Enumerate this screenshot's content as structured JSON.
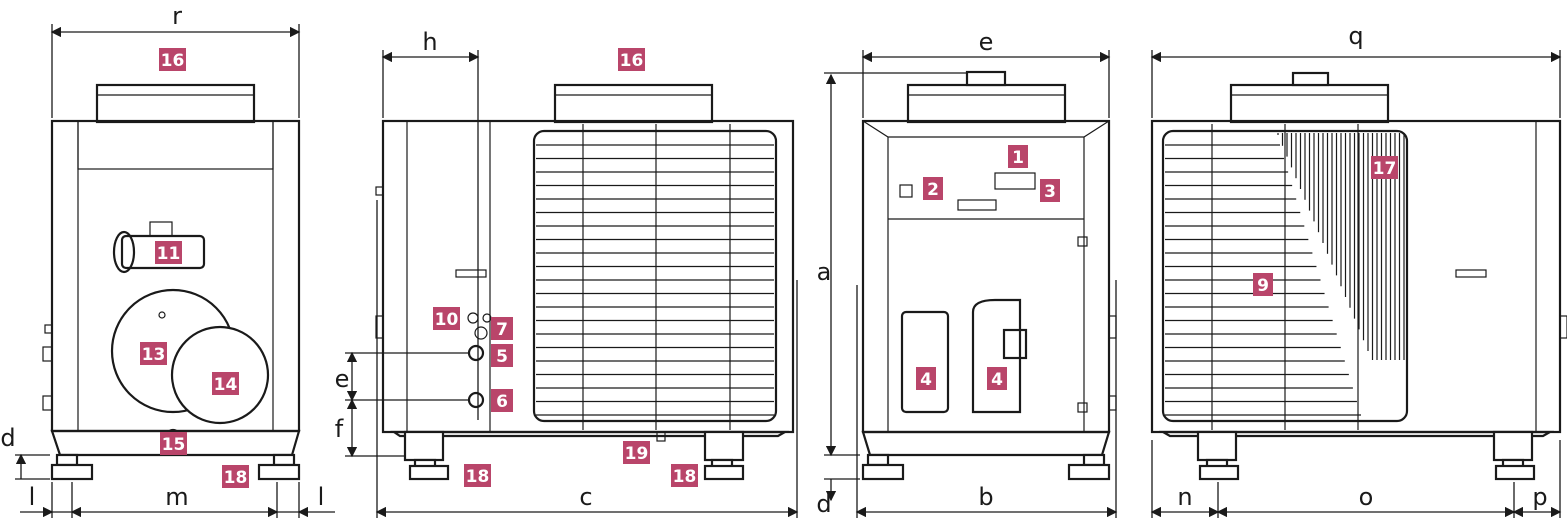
{
  "dimension_letters": {
    "r": "r",
    "h": "h",
    "e": "e",
    "q": "q",
    "a": "a",
    "d": "d",
    "l": "l",
    "m": "m",
    "c": "c",
    "b": "b",
    "n": "n",
    "o": "o",
    "p": "p",
    "f": "f"
  },
  "callouts": {
    "c1": "1",
    "c2": "2",
    "c3": "3",
    "c4": "4",
    "c5": "5",
    "c6": "6",
    "c7": "7",
    "c9": "9",
    "c10": "10",
    "c11": "11",
    "c13": "13",
    "c14": "14",
    "c15": "15",
    "c16": "16",
    "c17": "17",
    "c18": "18",
    "c19": "19"
  },
  "colors": {
    "callout_bg": "#b9456a",
    "line": "#1a1a1a"
  }
}
